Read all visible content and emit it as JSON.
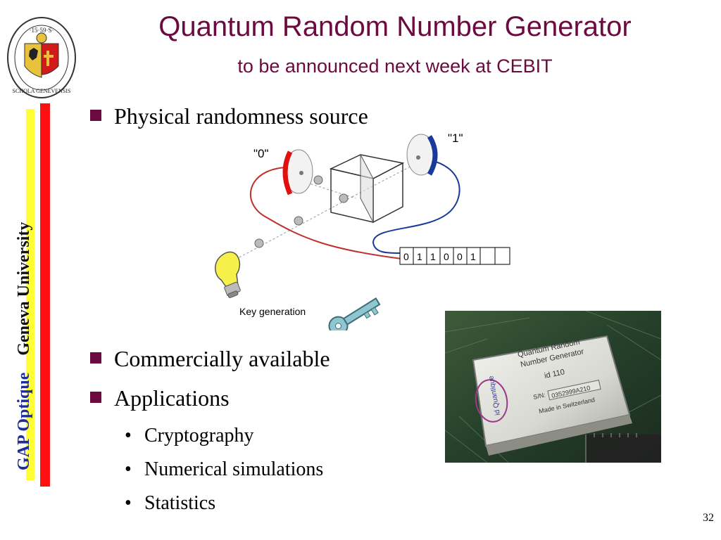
{
  "slide": {
    "title": "Quantum Random Number Generator",
    "subtitle": "to be announced next week at CEBIT",
    "page_number": "32"
  },
  "sidebar": {
    "brand": "GAP Optique",
    "university": "Geneva University",
    "stripe_yellow": "#ffff33",
    "stripe_red": "#ff0000"
  },
  "logo": {
    "text_top": "·15·59·S·",
    "text_bottom": "SCHOLA GENEVENSIS"
  },
  "bullets": {
    "physical": "Physical randomness source",
    "commercial": "Commercially available",
    "applications": "Applications",
    "sub_items": [
      "Cryptography",
      "Numerical simulations",
      "Statistics"
    ]
  },
  "diagram": {
    "label_zero": "\"0\"",
    "label_one": "\"1\"",
    "bits": [
      "0",
      "1",
      "1",
      "0",
      "0",
      "1",
      "",
      ""
    ],
    "key_label": "Key generation"
  },
  "photo": {
    "line1": "Quantum Random",
    "line2": "Number Generator",
    "id": "id 110",
    "serial_label": "S/N:",
    "serial": "0352999A210",
    "made_in": "Made in Switzerland",
    "brand": "id Quantique"
  },
  "colors": {
    "title": "#6b0a3e",
    "bullet": "#6b0a3e",
    "wire_red": "#c0302a",
    "wire_blue": "#1a3a9a"
  }
}
